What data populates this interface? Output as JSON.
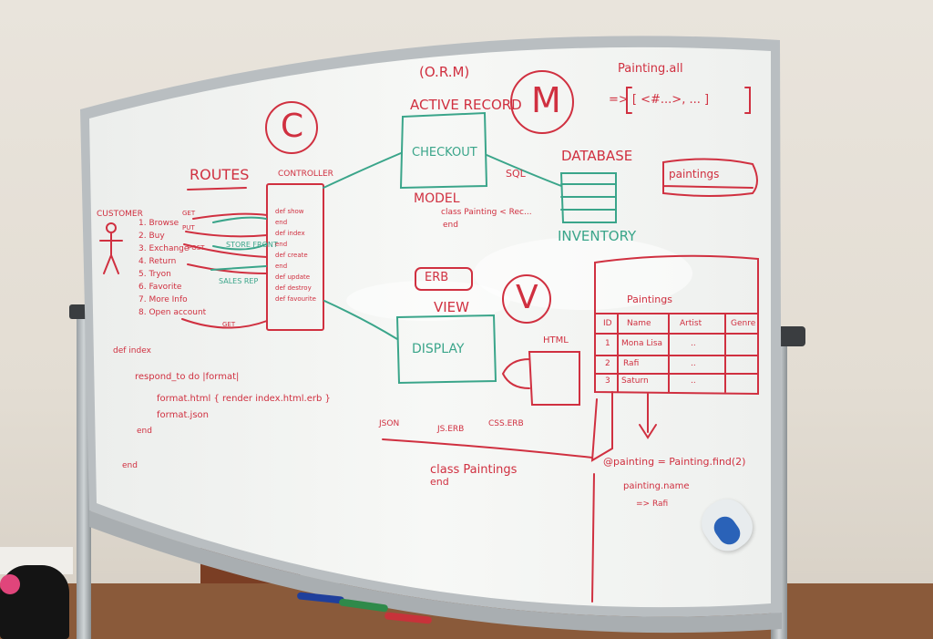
{
  "board": {
    "orm": "(O.R.M)",
    "active_record": "ACTIVE RECORD",
    "letter_m": "M",
    "letter_c": "C",
    "letter_v": "V",
    "painting_all": "Painting.all",
    "painting_array": "=> [ <#...>, ... ]",
    "routes": "ROUTES",
    "controller": "CONTROLLER",
    "customer": "CUSTOMER",
    "checkout": "CHECKOUT",
    "sql": "SQL",
    "database": "DATABASE",
    "paintings_table_label": "paintings",
    "model": "MODEL",
    "class_painting": "class Painting < Rec...",
    "end": "end",
    "inventory": "INVENTORY",
    "erb": "ERB",
    "view": "VIEW",
    "display": "DISPLAY",
    "html": "HTML",
    "json": "JSON",
    "js_erb": "JS.ERB",
    "css_erb": "CSS.ERB",
    "class_paintings": "class Paintings",
    "class_paintings_end": "end",
    "store_front": "STORE FRONT",
    "sales_rep": "SALES REP",
    "customer_actions": [
      "1. Browse",
      "2. Buy",
      "3. Exchange",
      "4. Return",
      "5. Tryon",
      "6. Favorite",
      "7. More Info",
      "8. Open account"
    ],
    "http_verbs": [
      "GET",
      "PUT",
      "POST",
      "GET"
    ],
    "controller_actions": [
      "def show",
      "end",
      "def index",
      "end",
      "def create",
      "end",
      "def update",
      "def destroy",
      "def favourite"
    ],
    "def_index": "def index",
    "respond_to": "respond_to do |format|",
    "format_html": "format.html { render index.html.erb }",
    "format_json": "format.json",
    "end_inner": "end",
    "end_outer": "end",
    "paintings_title": "Paintings",
    "table_headers": [
      "ID",
      "Name",
      "Artist",
      "Genre"
    ],
    "table_rows": [
      [
        "1",
        "Mona Lisa",
        "..",
        ""
      ],
      [
        "2",
        "Rafi",
        "..",
        ""
      ],
      [
        "3",
        "Saturn",
        "..",
        ""
      ]
    ],
    "painting_find": "@painting = Painting.find(2)",
    "painting_name": "painting.name",
    "painting_result": "=> Rafi"
  },
  "colors": {
    "red_marker": "#d03040",
    "green_marker": "#3aa58a",
    "board_white": "#f4f5f3",
    "frame": "#b9bec1"
  }
}
